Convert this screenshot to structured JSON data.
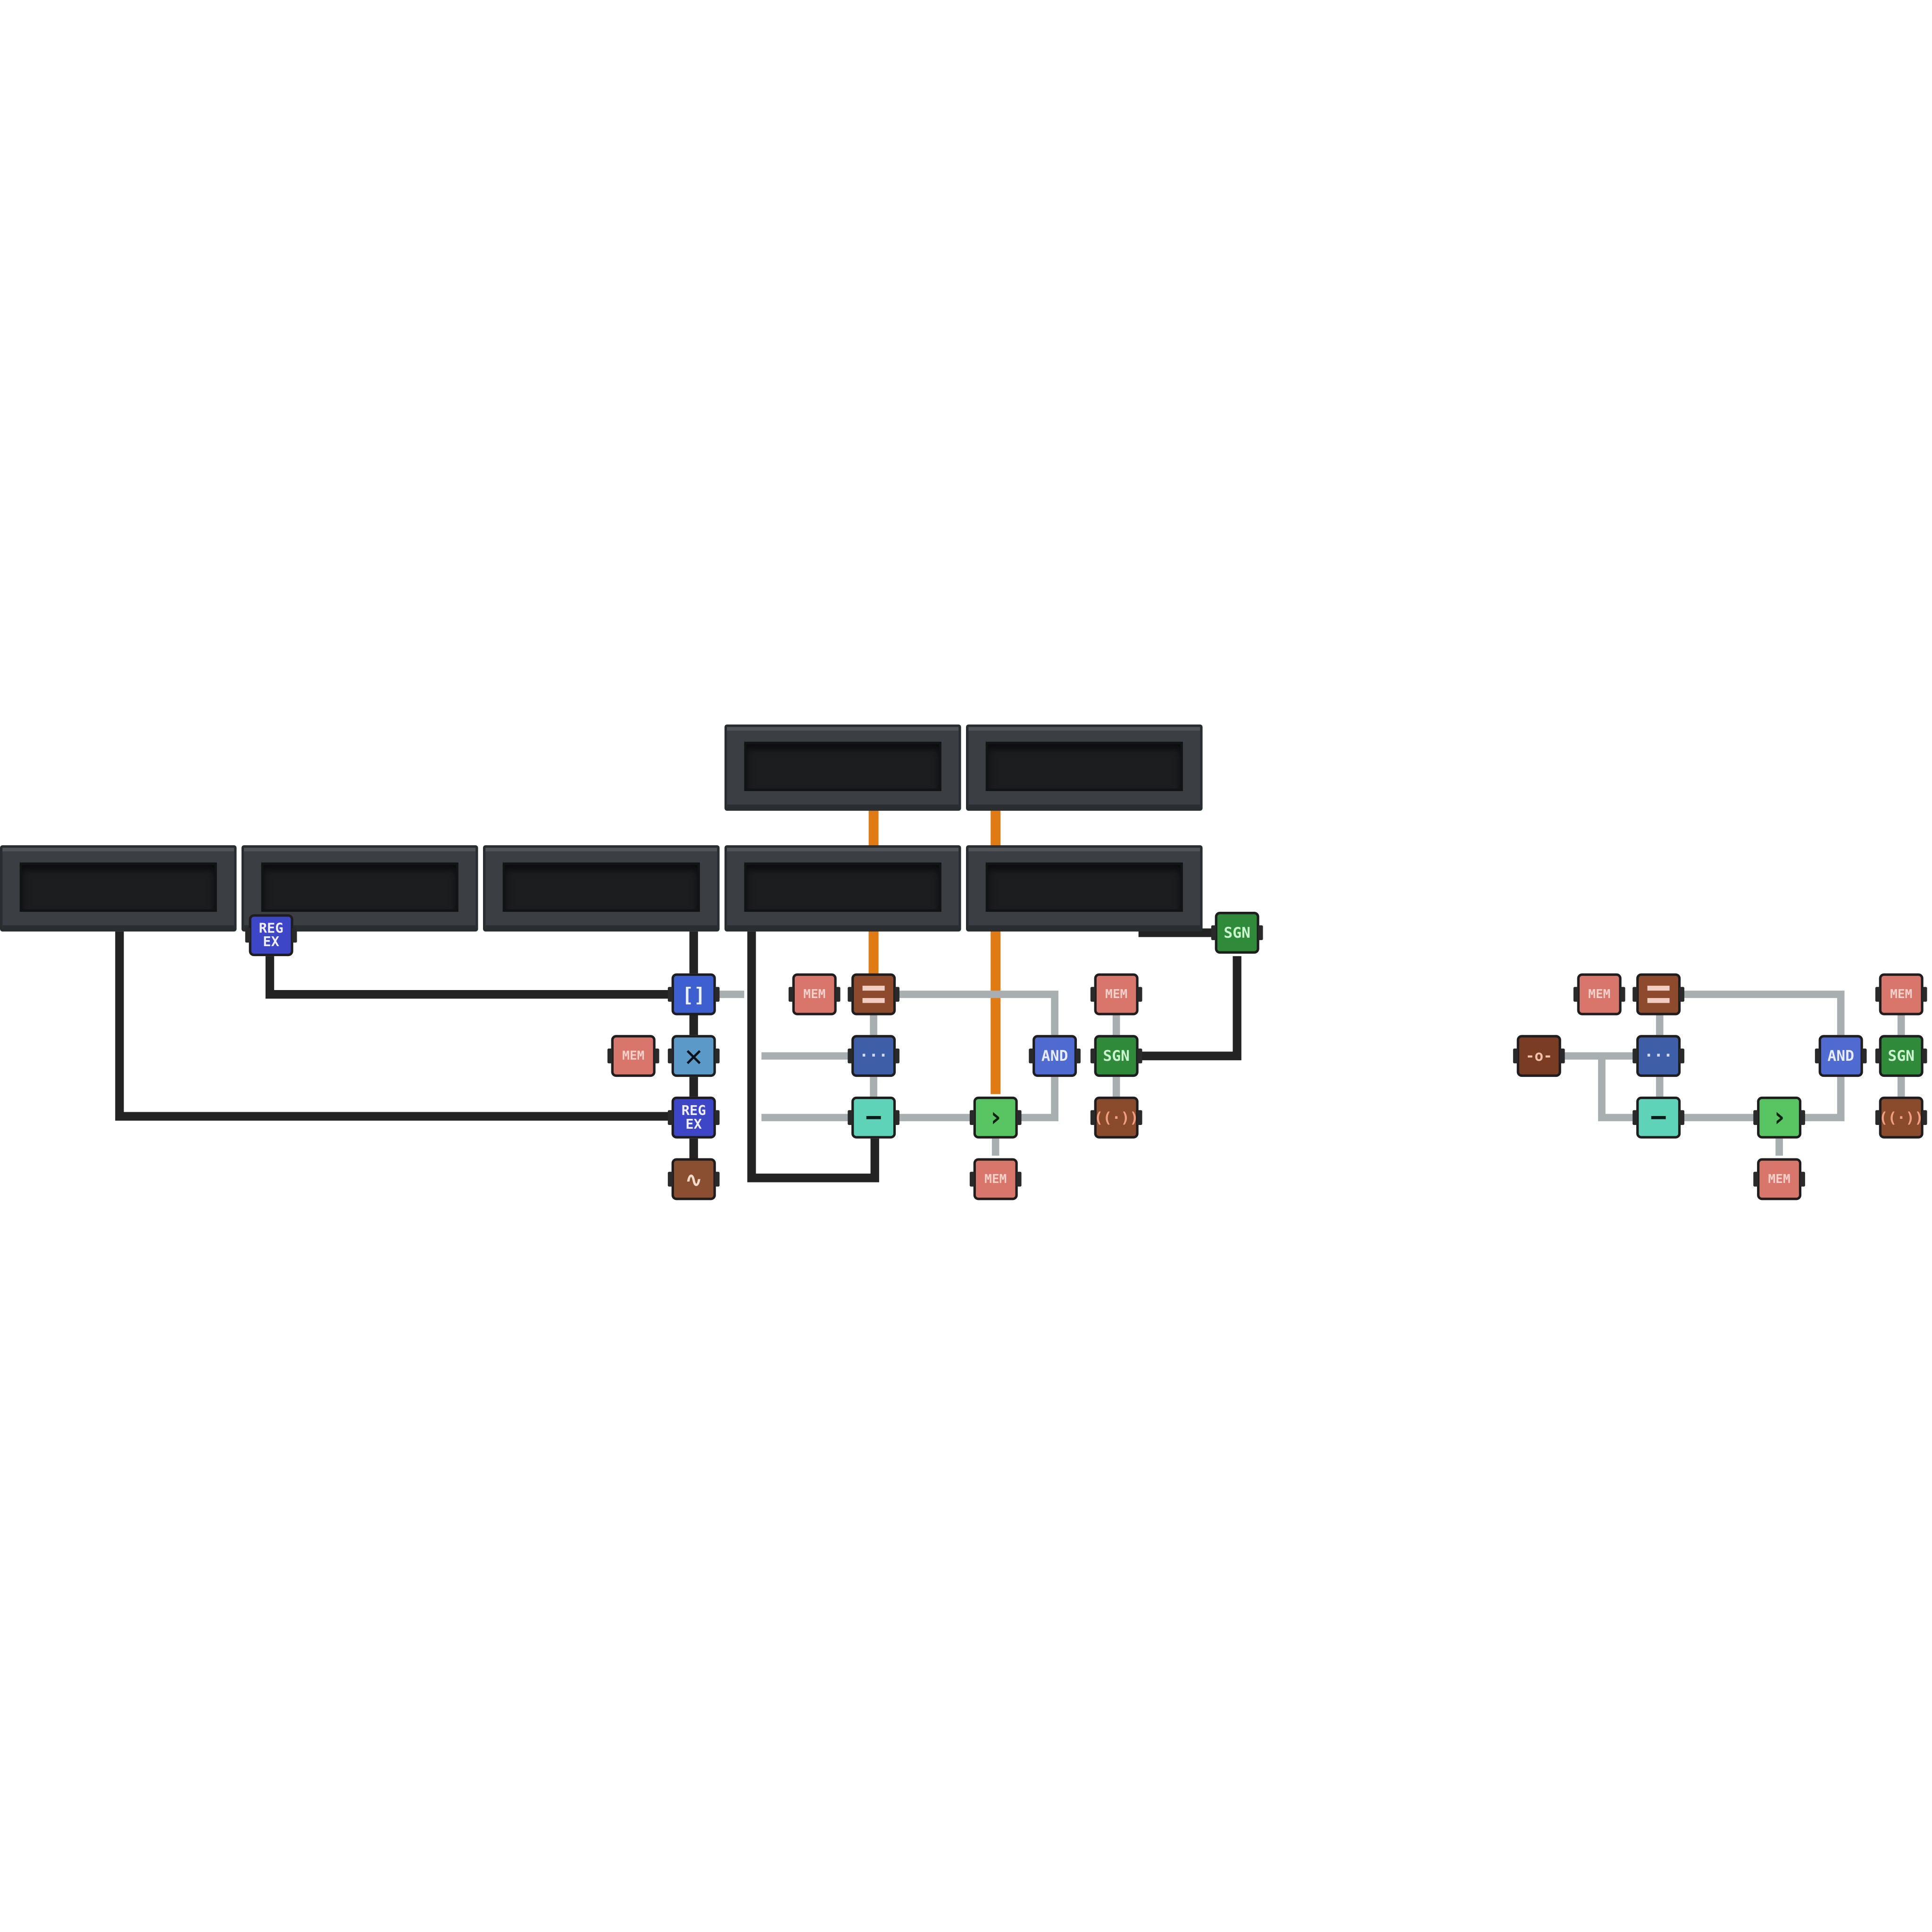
{
  "screens_count": 7,
  "chips": {
    "mem_label": "MEM",
    "eq_label": "",
    "dots_label": "···",
    "minus_label": "−",
    "gt_label": "›",
    "and_label": "AND",
    "sgn_label": "SGN",
    "wifi_label": "((·))",
    "regex_label": "REG\nEX",
    "bracket_label": "[]",
    "mul_label": "✕",
    "wave_label": "∿",
    "switch_label": "-o-"
  },
  "colors": {
    "wire_black": "#232323",
    "wire_gray": "#a9aeb1",
    "wire_orange": "#e07b14",
    "screen_frame": "#3b3f43",
    "screen_glass": "#1b1d1f"
  }
}
